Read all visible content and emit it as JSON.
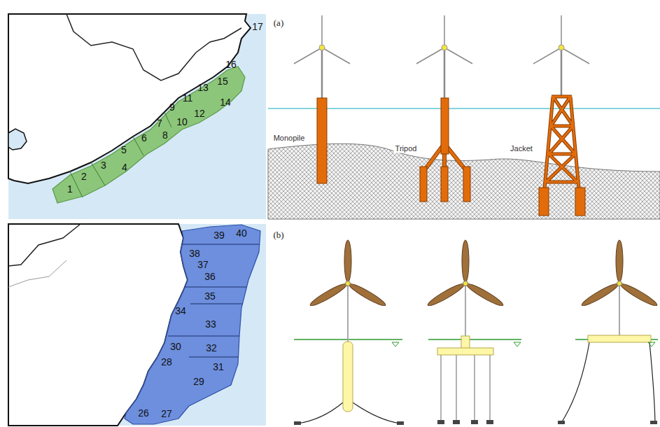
{
  "diagram": {
    "labels": [
      "17",
      "16",
      "15",
      "13",
      "11",
      "14",
      "9",
      "12",
      "7",
      "10",
      "8",
      "6",
      "5",
      "3",
      "4",
      "2",
      "1",
      "(a)",
      "Monopile",
      "Tripod",
      "Jacket",
      "39",
      "40",
      "38",
      "37",
      "36",
      "35",
      "34",
      "33",
      "30",
      "32",
      "28",
      "31",
      "29",
      "26",
      "27",
      "(b)"
    ]
  }
}
